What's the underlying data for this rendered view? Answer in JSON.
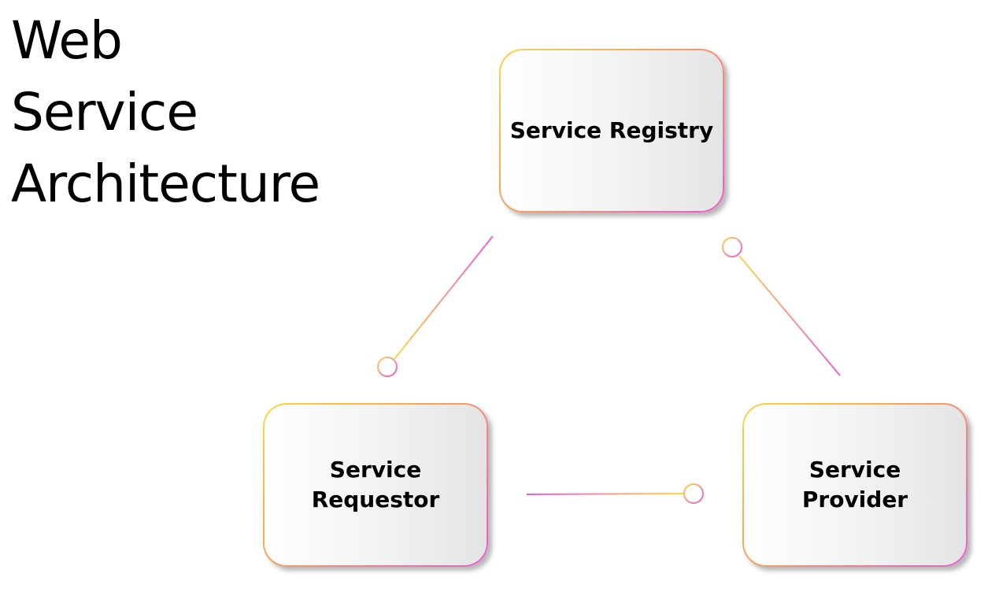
{
  "title": {
    "line1": "Web",
    "line2": "Service",
    "line3": "Architecture"
  },
  "nodes": {
    "registry": {
      "label": "Service Registry"
    },
    "requestor": {
      "label": "Service\nRequestor"
    },
    "provider": {
      "label": "Service\nProvider"
    }
  },
  "colors": {
    "accent_yellow": "#f9d64a",
    "accent_pink": "#ee5bd6",
    "text": "#000000"
  }
}
